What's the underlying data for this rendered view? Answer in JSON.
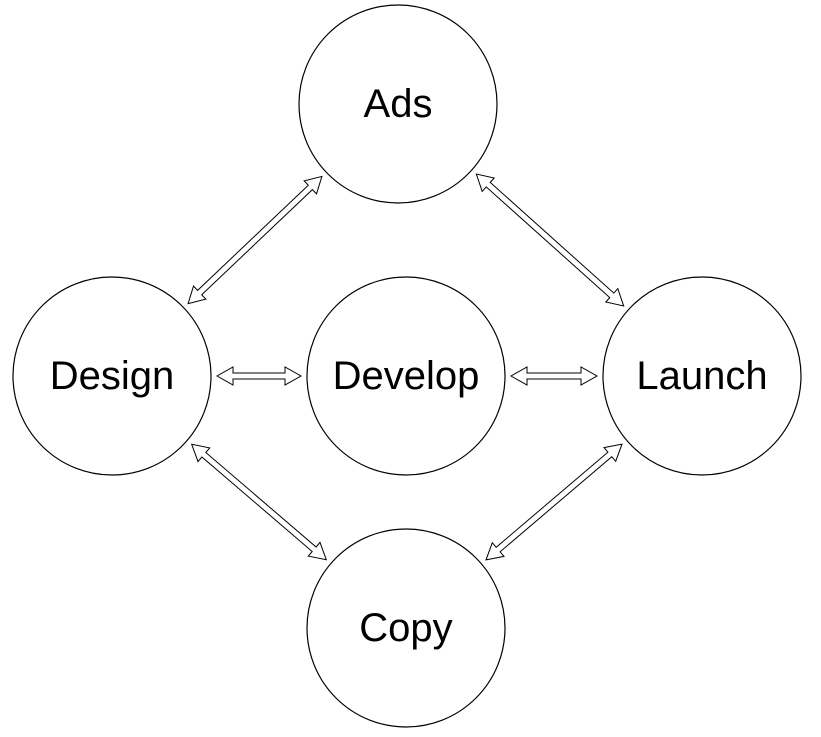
{
  "diagram": {
    "nodes": [
      {
        "id": "ads",
        "label": "Ads"
      },
      {
        "id": "design",
        "label": "Design"
      },
      {
        "id": "develop",
        "label": "Develop"
      },
      {
        "id": "launch",
        "label": "Launch"
      },
      {
        "id": "copy",
        "label": "Copy"
      }
    ],
    "connections": [
      {
        "from": "design",
        "to": "ads",
        "type": "bidirectional"
      },
      {
        "from": "ads",
        "to": "launch",
        "type": "bidirectional"
      },
      {
        "from": "design",
        "to": "develop",
        "type": "bidirectional"
      },
      {
        "from": "develop",
        "to": "launch",
        "type": "bidirectional"
      },
      {
        "from": "design",
        "to": "copy",
        "type": "bidirectional"
      },
      {
        "from": "copy",
        "to": "launch",
        "type": "bidirectional"
      }
    ]
  }
}
